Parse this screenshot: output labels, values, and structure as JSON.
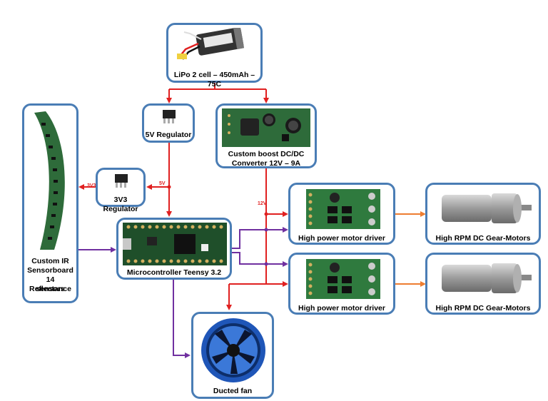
{
  "nodes": {
    "battery": "LiPo 2 cell – 450mAh – 75C",
    "reg5v": "5V Regulator",
    "boost": [
      "Custom boost DC/DC",
      "Converter 12V – 9A"
    ],
    "reg3v3": "3V3 Regulator",
    "sensorboard": [
      "Custom IR",
      "Sensorboard",
      "14 Reflectance",
      "sensors"
    ],
    "mcu": "Microcontroller Teensy 3.2",
    "driver1": "High power motor driver",
    "driver2": "High power motor driver",
    "motor1": "High RPM DC Gear-Motors",
    "motor2": "High RPM DC Gear-Motors",
    "fan": "Ducted fan"
  },
  "wire_labels": {
    "v3v3": "3V3",
    "v5": "5V",
    "v12": "12V"
  },
  "colors": {
    "power": "#e02020",
    "signal": "#7030a0",
    "motor": "#ed7d31",
    "frame": "#4a7db5"
  }
}
